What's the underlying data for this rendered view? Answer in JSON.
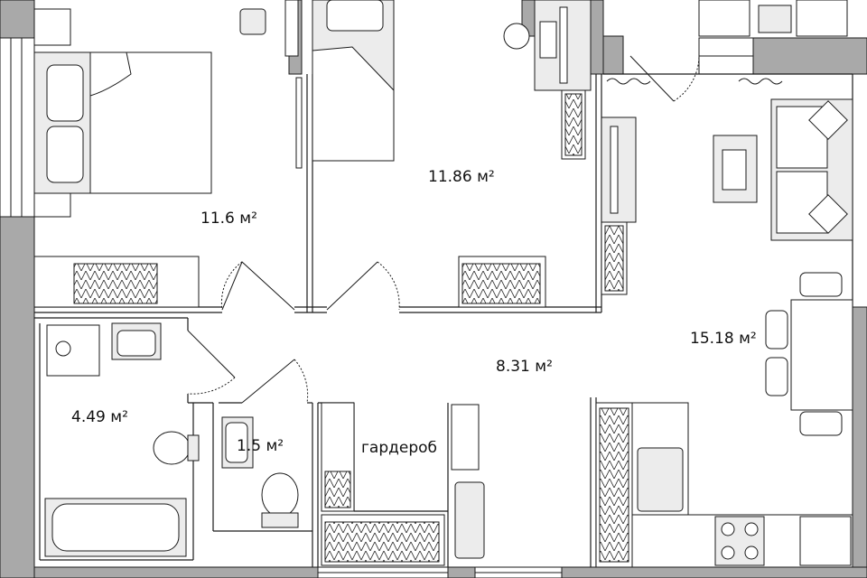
{
  "rooms": [
    {
      "id": "bedroom",
      "area": "11.6 м²"
    },
    {
      "id": "child-room",
      "area": "11.86 м²"
    },
    {
      "id": "living-kitchen",
      "area": "15.18 м²"
    },
    {
      "id": "hallway",
      "area": "8.31 м²"
    },
    {
      "id": "bathroom",
      "area": "4.49 м²"
    },
    {
      "id": "toilet",
      "area": "1.5 м²"
    },
    {
      "id": "wardrobe",
      "area": "гардероб"
    }
  ],
  "colors": {
    "wall": "#a9a9a9",
    "line": "#1a1a1a",
    "fill": "#ececec",
    "text": "#111111"
  }
}
